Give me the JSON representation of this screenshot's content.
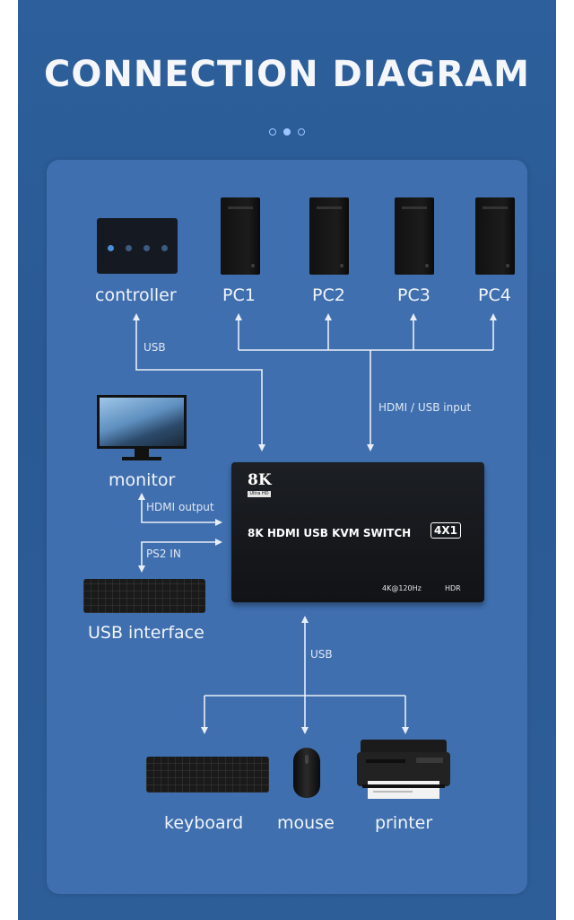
{
  "title": "CONNECTION DIAGRAM",
  "labels": {
    "controller": "controller",
    "pc1": "PC1",
    "pc2": "PC2",
    "pc3": "PC3",
    "pc4": "PC4",
    "monitor": "monitor",
    "usb_interface": "USB interface",
    "keyboard": "keyboard",
    "mouse": "mouse",
    "printer": "printer"
  },
  "connections": {
    "controller_link": "USB",
    "pc_link": "HDMI / USB input",
    "monitor_link": "HDMI output",
    "usb_interface_link": "PS2 IN",
    "peripherals_link": "USB"
  },
  "device": {
    "logo": "8K",
    "logo_sub": "Ultra HD",
    "name": "8K HDMI USB KVM SWITCH",
    "ports": "4X1",
    "resolution": "4K@120Hz",
    "hdr": "HDR"
  },
  "colors": {
    "background": "#2c5f9c",
    "panel": "#3f6faf",
    "line": "#e8eef7",
    "text": "#f1f4f9"
  }
}
